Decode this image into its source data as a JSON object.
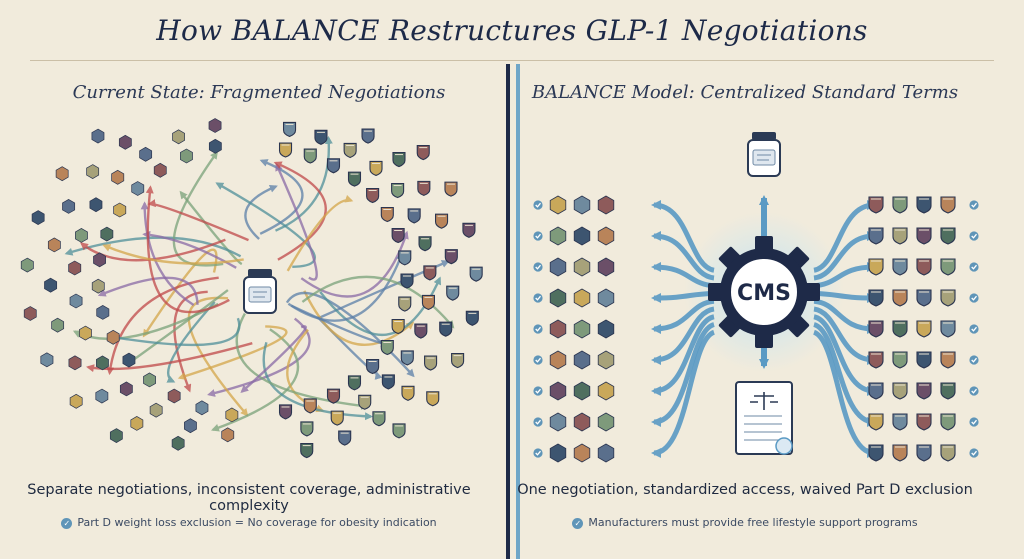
{
  "title": "How BALANCE Restructures GLP-1 Negotiations",
  "left_panel": {
    "heading": "Current State: Fragmented Negotiations",
    "caption": "Separate negotiations, inconsistent coverage, administrative complexity",
    "note": "Part D weight loss exclusion = No coverage for obesity indication"
  },
  "right_panel": {
    "heading": "BALANCE Model: Centralized Standard Terms",
    "hub_label": "CMS",
    "caption": "One negotiation, standardized access, waived Part D exclusion",
    "note": "Manufacturers must provide free lifestyle support programs"
  },
  "colors": {
    "navy": "#1e2a48",
    "accent_blue": "#6fa6c8",
    "check": "#5f95b8",
    "background": "#f1ebdc"
  },
  "icons": {
    "medication_bottle": "pill-bottle-icon",
    "hub": "gear-icon",
    "contract": "contract-icon",
    "plans": "shield-icon",
    "states": "hexagon-icon",
    "confirmed": "check-icon"
  }
}
